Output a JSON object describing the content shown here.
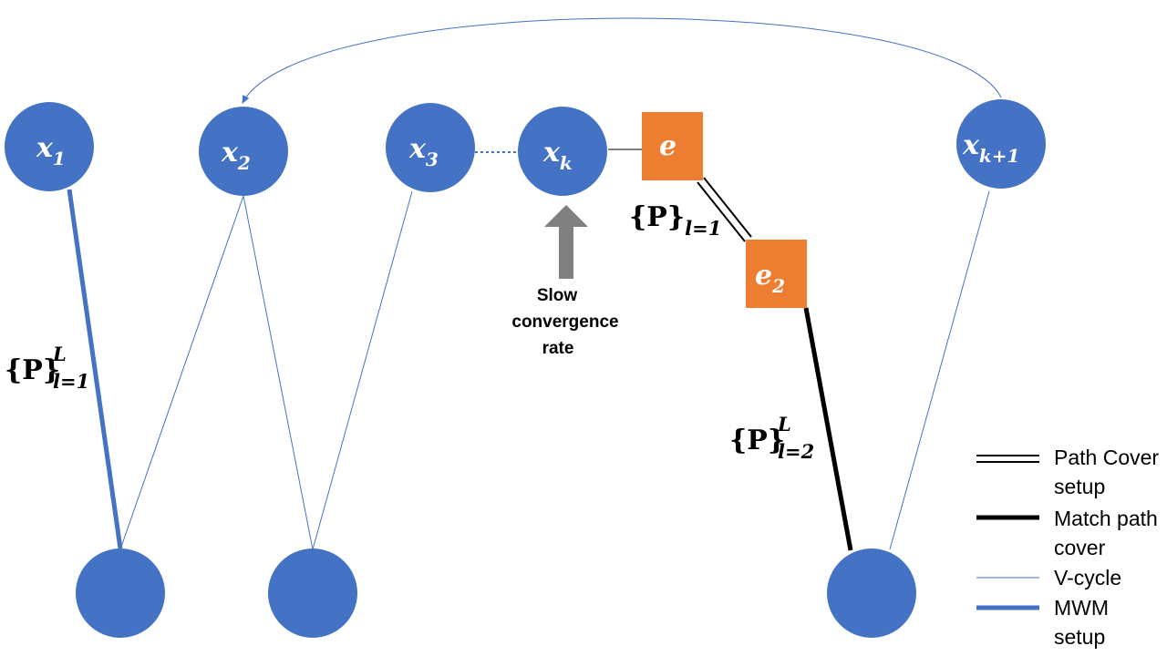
{
  "colors": {
    "node": "#4472C4",
    "edge_node": "#ED7D31",
    "thin_line": "#4472C4",
    "mwm_line": "#4472C4",
    "match_line": "#000000",
    "arrow": "#808080",
    "node_text": "#ffffff"
  },
  "nodes": {
    "x1": {
      "base": "x",
      "sub": "1"
    },
    "x2": {
      "base": "x",
      "sub": "2"
    },
    "x3": {
      "base": "x",
      "sub": "3"
    },
    "xk": {
      "base": "x",
      "sub": "k"
    },
    "xk1": {
      "base": "x",
      "sub": "k+1"
    }
  },
  "edge_nodes": {
    "e": {
      "base": "e",
      "sub": ""
    },
    "e2": {
      "base": "e",
      "sub": "2"
    }
  },
  "labels": {
    "p_l1": {
      "base": "{P}",
      "sub": "l=1",
      "sup": ""
    },
    "p_left": {
      "base": "{P}",
      "sub": "l=1",
      "sup": "L"
    },
    "p_right": {
      "base": "{P}",
      "sub": "l=2",
      "sup": "L"
    }
  },
  "annotation": {
    "line1": "Slow",
    "line2": "convergence",
    "line3": "rate",
    "icon": "up-arrow-icon"
  },
  "legend": [
    {
      "style": "double",
      "line1": "Path Cover",
      "line2": "setup"
    },
    {
      "style": "thick-black",
      "line1": "Match path",
      "line2": "cover"
    },
    {
      "style": "thin-blue",
      "line1": "V-cycle",
      "line2": ""
    },
    {
      "style": "thick-blue",
      "line1": "MWM",
      "line2": "setup"
    }
  ]
}
